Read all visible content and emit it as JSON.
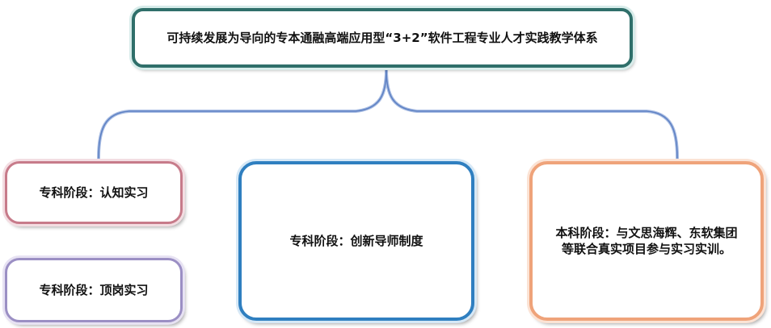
{
  "diagram": {
    "root": {
      "label": "可持续发展为导向的专本通融高端应用型“3+2”软件工程专业人才实践教学体系"
    },
    "children": [
      {
        "label": "专科阶段：认知实习",
        "border_color": "#c77b8a"
      },
      {
        "label": "专科阶段：顶岗实习",
        "border_color": "#9b8fc4"
      },
      {
        "label": "专科阶段：创新导师制度",
        "border_color": "#2f7fc0"
      },
      {
        "label": "本科阶段：与文思海辉、东软集团等联合真实项目参与实习实训。",
        "border_color": "#efa37a"
      }
    ],
    "connector_color": "#8aa6d6",
    "root_border_color": "#2f6f6a"
  }
}
